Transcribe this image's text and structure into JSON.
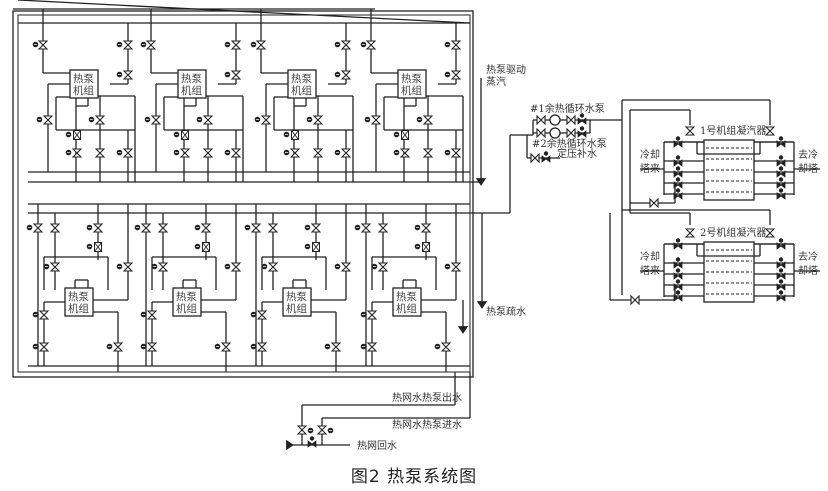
{
  "figure": {
    "caption": "图2  热泵系统图"
  },
  "units": {
    "label_line1": "热泵",
    "label_line2": "机组",
    "count": 8
  },
  "labels": {
    "drive_steam_line1": "热泵驱动",
    "drive_steam_line2": "蒸汽",
    "pump1": "#1余热循环水泵",
    "pump2": "#2余热循环水泵",
    "makeup": "定压补水",
    "drain": "热泵疏水",
    "hn_out": "热网水热泵出水",
    "hn_in": "热网水热泵进水",
    "hn_return": "热网回水"
  },
  "condensers": [
    {
      "title": "1号机组凝汽器",
      "inlet_l1": "冷却",
      "inlet_l2": "塔来",
      "outlet_l1": "去冷",
      "outlet_l2": "却塔"
    },
    {
      "title": "2号机组凝汽器",
      "inlet_l1": "冷却",
      "inlet_l2": "塔来",
      "outlet_l1": "去冷",
      "outlet_l2": "却塔"
    }
  ]
}
